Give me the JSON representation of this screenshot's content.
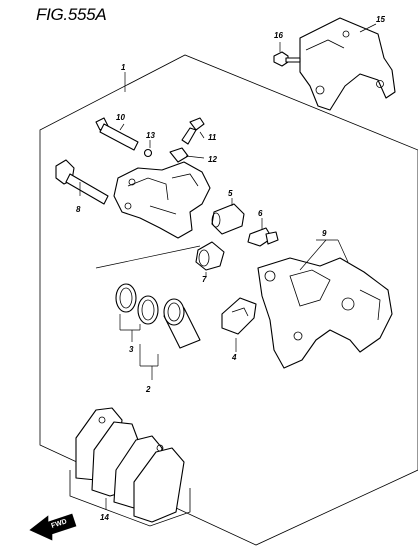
{
  "figure": {
    "title": "FIG.555A"
  },
  "callouts": [
    {
      "id": "c1",
      "label": "1"
    },
    {
      "id": "c2",
      "label": "2"
    },
    {
      "id": "c3",
      "label": "3"
    },
    {
      "id": "c4",
      "label": "4"
    },
    {
      "id": "c5",
      "label": "5"
    },
    {
      "id": "c6",
      "label": "6"
    },
    {
      "id": "c7",
      "label": "7"
    },
    {
      "id": "c8",
      "label": "8"
    },
    {
      "id": "c9",
      "label": "9"
    },
    {
      "id": "c10",
      "label": "10"
    },
    {
      "id": "c11",
      "label": "11"
    },
    {
      "id": "c12",
      "label": "12"
    },
    {
      "id": "c13",
      "label": "13"
    },
    {
      "id": "c14",
      "label": "14"
    },
    {
      "id": "c15",
      "label": "15"
    },
    {
      "id": "c16",
      "label": "16"
    }
  ],
  "direction_arrow": {
    "label": "FWD"
  }
}
